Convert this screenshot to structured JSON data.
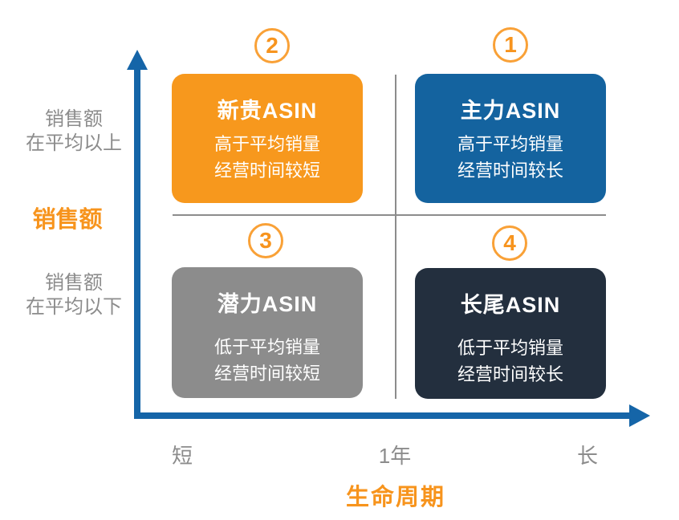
{
  "diagram": {
    "type": "quadrant-matrix",
    "x_axis": {
      "title": "生命周期",
      "tick_left": "短",
      "tick_middle": "1年",
      "tick_right": "长"
    },
    "y_axis": {
      "title": "销售额",
      "upper_label_line1": "销售额",
      "upper_label_line2": "在平均以上",
      "lower_label_line1": "销售额",
      "lower_label_line2": "在平均以下"
    },
    "quadrants": [
      {
        "number": "1",
        "position": "top-right",
        "title": "主力ASIN",
        "desc_line1": "高于平均销量",
        "desc_line2": "经营时间较长",
        "color": "#14639F"
      },
      {
        "number": "2",
        "position": "top-left",
        "title": "新贵ASIN",
        "desc_line1": "高于平均销量",
        "desc_line2": "经营时间较短",
        "color": "#F7981D"
      },
      {
        "number": "3",
        "position": "bottom-left",
        "title": "潜力ASIN",
        "desc_line1": "低于平均销量",
        "desc_line2": "经营时间较短",
        "color": "#8C8C8C"
      },
      {
        "number": "4",
        "position": "bottom-right",
        "title": "长尾ASIN",
        "desc_line1": "低于平均销量",
        "desc_line2": "经营时间较长",
        "color": "#232F3E"
      }
    ],
    "colors": {
      "accent_orange": "#F7941D",
      "box_orange": "#F7981D",
      "box_blue": "#14639F",
      "box_gray": "#8C8C8C",
      "box_dark_navy": "#232F3E",
      "axis_blue": "#1565A8",
      "label_gray": "#8C8C8C",
      "badge_ring_orange": "#F9A137"
    }
  }
}
